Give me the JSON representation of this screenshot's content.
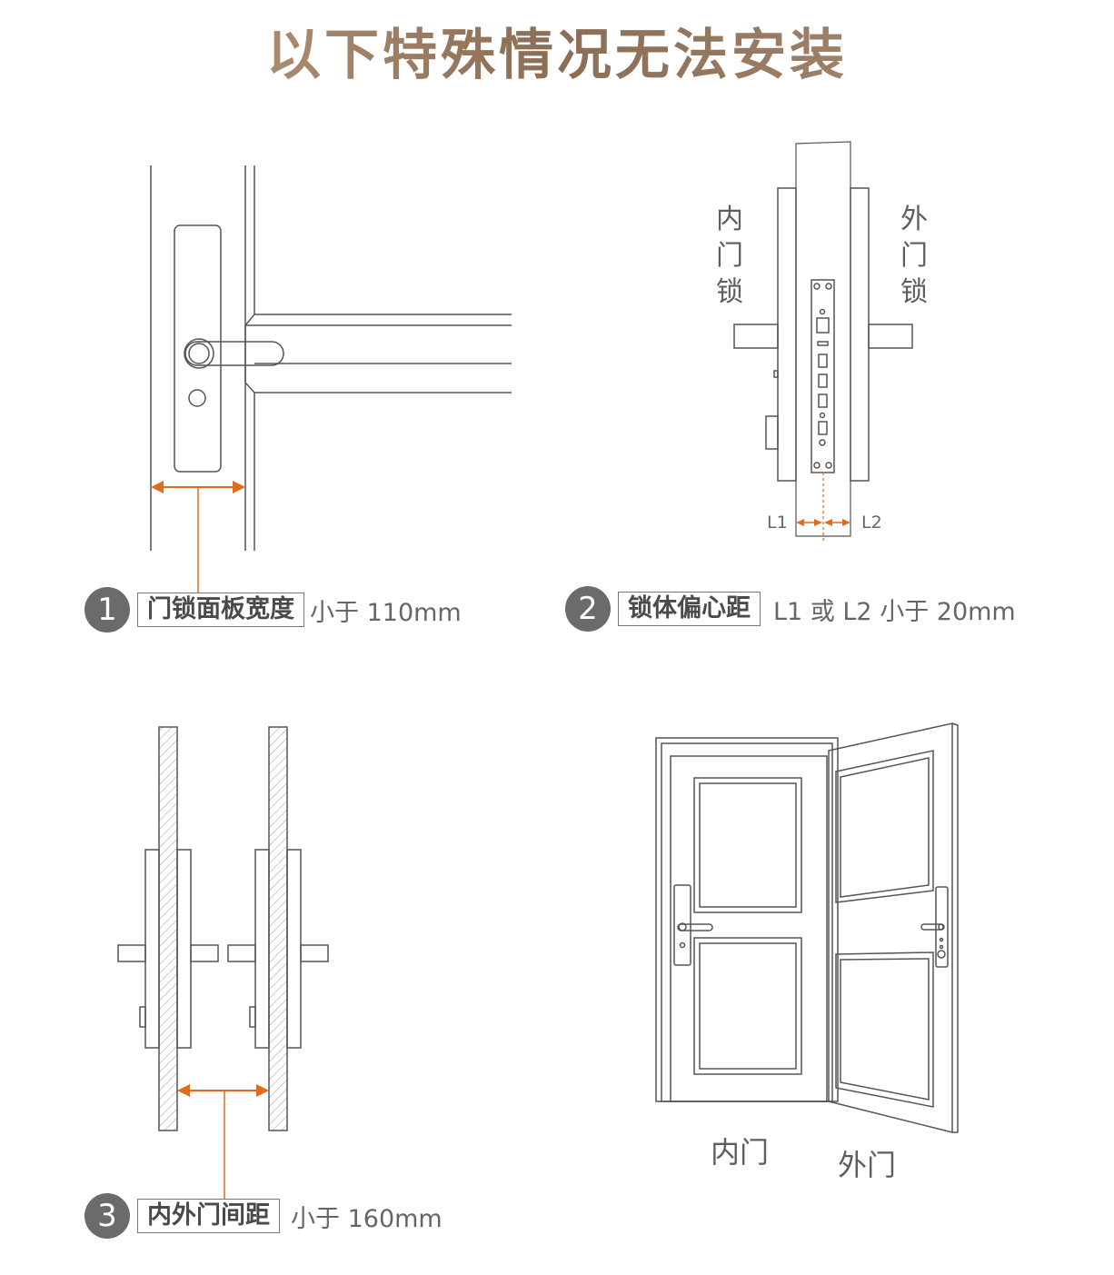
{
  "title": "以下特殊情况无法安装",
  "colors": {
    "title_brown": "#8a6d55",
    "accent_orange": "#e06a1e",
    "line_gray": "#555555",
    "circle_gray": "#6b6b6b"
  },
  "captions": [
    {
      "num": "1",
      "term": "门锁面板宽度",
      "desc": "小于 110mm"
    },
    {
      "num": "2",
      "term": "锁体偏心距",
      "desc": "L1 或 L2  小于 20mm"
    },
    {
      "num": "3",
      "term": "内外门间距",
      "desc": "小于 160mm"
    }
  ],
  "panel2": {
    "inner_lock": "内门锁",
    "outer_lock": "外门锁",
    "l1": "L1",
    "l2": "L2"
  },
  "panel4": {
    "inner_door": "内门",
    "outer_door": "外门"
  }
}
